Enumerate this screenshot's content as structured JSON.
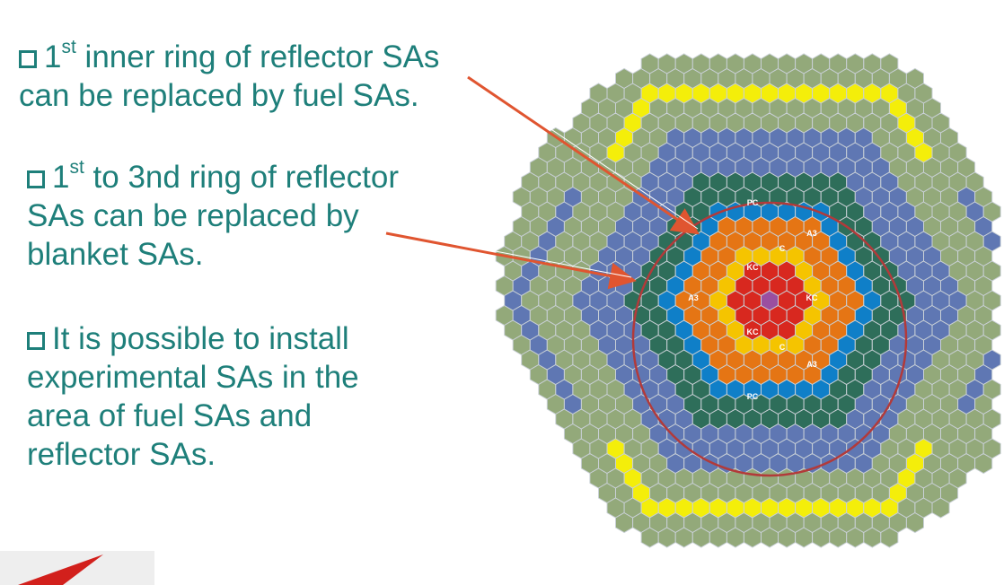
{
  "bullets": [
    {
      "sup": "st",
      "pre": "1",
      "line1_rest": " inner ring of reflector SAs",
      "line2": "can be replaced by fuel SAs."
    },
    {
      "sup": "st",
      "pre": "1",
      "line1_rest": " to 3nd  ring of reflector",
      "line2": "SAs can be replaced by",
      "line3": "blanket  SAs."
    },
    {
      "line1": "It is possible to install",
      "line2": "experimental SAs in the",
      "line3": "area of fuel SAs and",
      "line4": "reflector SAs."
    }
  ],
  "core_labels": {
    "pc_top": "PC",
    "pc_bottom": "PC",
    "a3_top": "A3",
    "a3_left": "A3",
    "a3_bottom": "A3",
    "c_top": "C",
    "c_bottom": "C",
    "kc_top": "KC",
    "kc_right": "KC",
    "kc_bottom": "KC"
  },
  "colors": {
    "text": "#1e7f7a",
    "arrow": "#e05530",
    "circle": "#b23a3a",
    "ring_core": "#9a4fa0",
    "ring_red": "#d8281f",
    "ring_yellow": "#f5c400",
    "ring_orange": "#e57514",
    "ring_blue": "#0f7fc8",
    "ring_darkgreen": "#2e6e5a",
    "ring_slate": "#5f77b3",
    "ring_sage": "#93a97a",
    "ring_bright_yellow": "#f4ee0a"
  }
}
